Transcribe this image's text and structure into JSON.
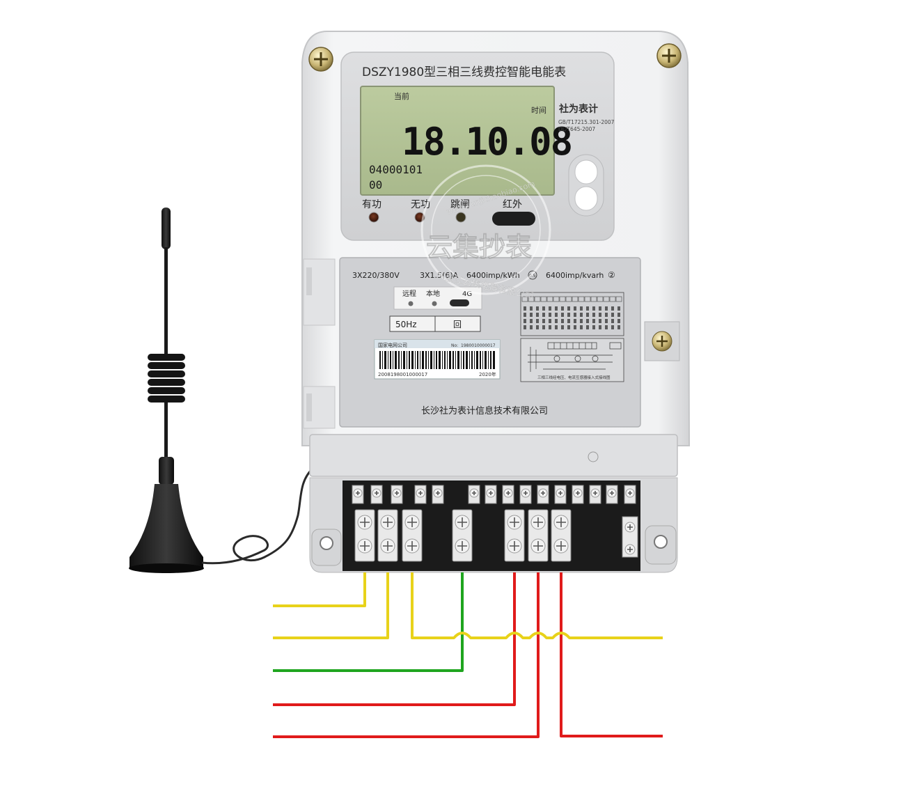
{
  "meter": {
    "title": "DSZY1980型三相三线费控智能电能表",
    "brand": "社为表计",
    "standard_1": "GB/T17215.301-2007",
    "standard_2": "DL/T645-2007",
    "lcd": {
      "top_label": "当前",
      "right_label": "时间",
      "main_value": "18.10.08",
      "code": "04000101",
      "sub_code": "00"
    },
    "indicators": {
      "active": "有功",
      "reactive": "无功",
      "trip": "跳闸",
      "infrared": "红外"
    },
    "specs": {
      "voltage": "3X220/380V",
      "current": "3X1.5(6)A",
      "active_const": "6400imp/kWh",
      "active_class": "0.5",
      "reactive_const": "6400imp/kvarh",
      "reactive_class": "②"
    },
    "comm": {
      "remote": "远程",
      "local": "本地",
      "module": "4G"
    },
    "frequency": "50Hz",
    "double_insulation": "回",
    "label": {
      "owner": "国家电网公司",
      "number_prefix": "No:",
      "number": "1980010000017",
      "serial": "2008198001000017",
      "year": "2020年"
    },
    "diagram_caption": "三相三线经电压、电流互感器接入式接线图",
    "manufacturer": "长沙社为表计信息技术有限公司"
  },
  "watermark": {
    "text": "云集抄表",
    "url": "www.yunjichaobiao.com",
    "company": "浙江云集电器有限公司"
  },
  "colors": {
    "body": "#e9eaeb",
    "lcd": "#b5c49a",
    "wire_yellow": "#e8d21a",
    "wire_green": "#1fa51f",
    "wire_red": "#e01b1b",
    "terminal_block": "#1b1b1b"
  }
}
